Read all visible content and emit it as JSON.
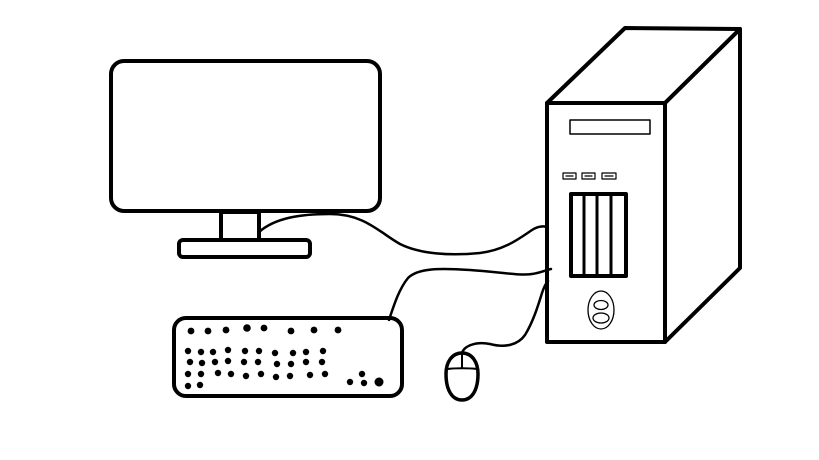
{
  "drawing": {
    "background": "#ffffff",
    "stroke_color": "#000000",
    "components": [
      {
        "name": "monitor",
        "icon": "monitor-icon"
      },
      {
        "name": "computer-tower",
        "icon": "tower-case-icon"
      },
      {
        "name": "keyboard",
        "icon": "keyboard-icon"
      },
      {
        "name": "mouse",
        "icon": "mouse-icon"
      }
    ],
    "connections": [
      {
        "from": "monitor",
        "to": "computer-tower"
      },
      {
        "from": "keyboard",
        "to": "computer-tower"
      },
      {
        "from": "mouse",
        "to": "computer-tower"
      }
    ]
  }
}
